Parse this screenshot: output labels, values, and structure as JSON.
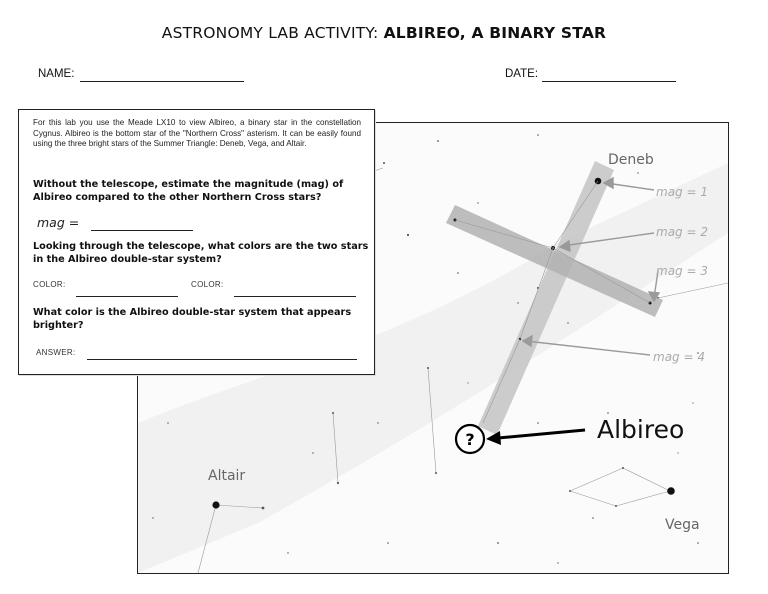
{
  "header": {
    "title_plain": "ASTRONOMY LAB ACTIVITY: ",
    "title_bold": "ALBIREO, A BINARY STAR",
    "name_label": "NAME:",
    "date_label": "DATE:"
  },
  "worksheet": {
    "intro": "For this lab you use the Meade LX10 to view Albireo, a binary star in the constellation Cygnus.  Albireo is the bottom star of the \"Northern Cross\" asterism.   It can be easily found using the three bright stars of the Summer Triangle: Deneb, Vega, and Altair.",
    "q1": "Without the telescope, estimate the magnitude (mag) of Albireo compared to the other Northern Cross stars?",
    "mag_label": "mag =",
    "q2": "Looking through the telescope, what colors are the two stars in the Albireo double-star system?",
    "color_label_1": "COLOR:",
    "color_label_2": "COLOR:",
    "q3": "What color is the Albireo double-star system that appears brighter?",
    "answer_label": "ANSWER:"
  },
  "star_map": {
    "stars": {
      "deneb": "Deneb",
      "altair": "Altair",
      "vega": "Vega",
      "albireo": "Albireo"
    },
    "magnitudes": [
      "mag = 1",
      "mag = 2",
      "mag = 3",
      "mag = 4"
    ],
    "unknown_symbol": "?"
  }
}
